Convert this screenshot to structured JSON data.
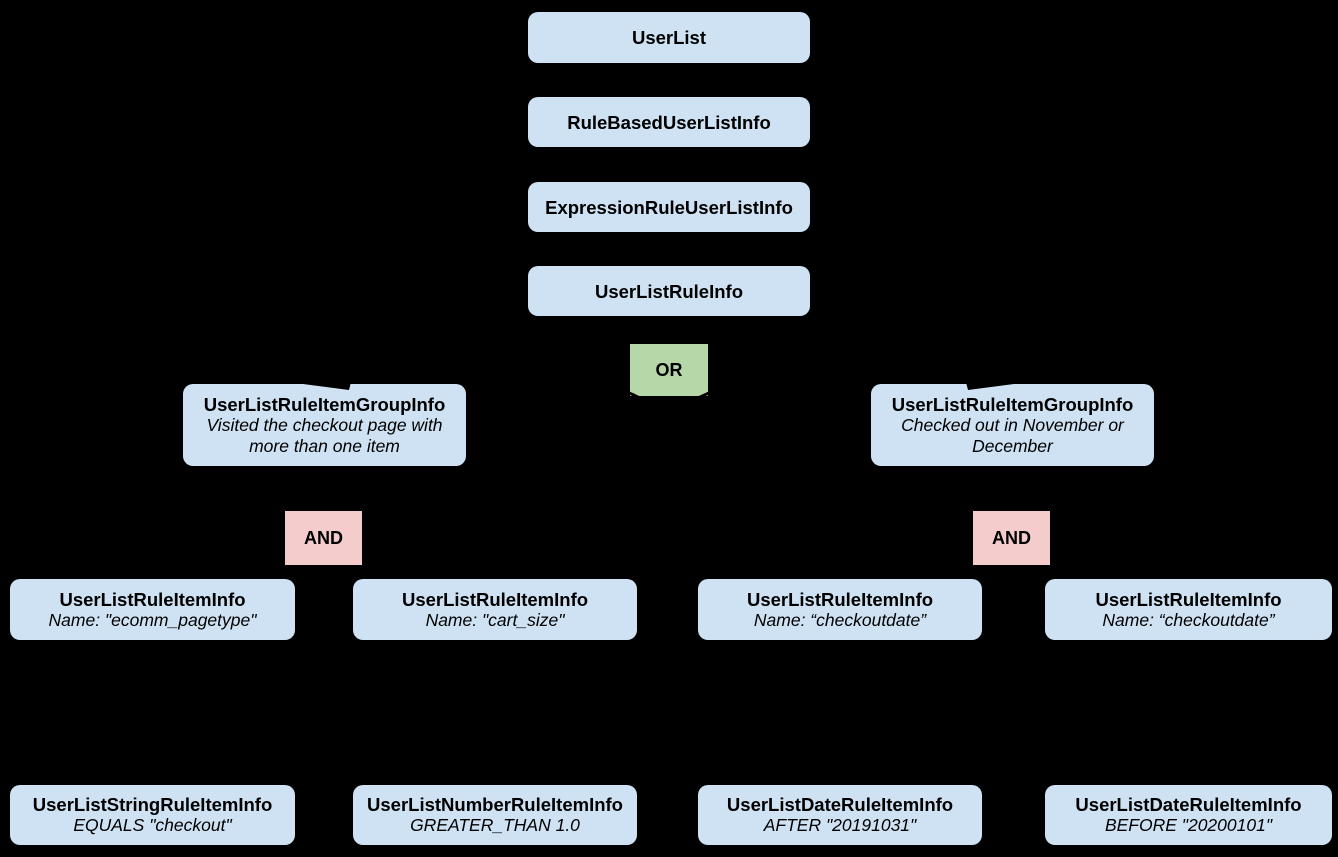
{
  "diagram": {
    "background": "#000000",
    "colors": {
      "node_fill": "#cfe2f3",
      "or_fill": "#b6d7a8",
      "and_fill": "#f4cccc",
      "text": "#000000",
      "connector": "#000000"
    },
    "chain": [
      {
        "label": "UserList"
      },
      {
        "label": "RuleBasedUserListInfo"
      },
      {
        "label": "ExpressionRuleUserListInfo"
      },
      {
        "label": "UserListRuleInfo"
      }
    ],
    "operators": {
      "or": "OR",
      "and": "AND"
    },
    "groups": [
      {
        "title": "UserListRuleItemGroupInfo",
        "description": "Visited the checkout page with more than one item"
      },
      {
        "title": "UserListRuleItemGroupInfo",
        "description": "Checked out in November or December"
      }
    ],
    "rule_items": [
      {
        "title": "UserListRuleItemInfo",
        "subtitle": "Name: \"ecomm_pagetype\""
      },
      {
        "title": "UserListRuleItemInfo",
        "subtitle": "Name: \"cart_size\""
      },
      {
        "title": "UserListRuleItemInfo",
        "subtitle": "Name: “checkoutdate”"
      },
      {
        "title": "UserListRuleItemInfo",
        "subtitle": "Name: “checkoutdate”"
      }
    ],
    "leaf_items": [
      {
        "title": "UserListStringRuleItemInfo",
        "subtitle": "EQUALS \"checkout\""
      },
      {
        "title": "UserListNumberRuleItemInfo",
        "subtitle": "GREATER_THAN 1.0"
      },
      {
        "title": "UserListDateRuleItemInfo",
        "subtitle": "AFTER \"20191031\""
      },
      {
        "title": "UserListDateRuleItemInfo",
        "subtitle": "BEFORE \"20200101\""
      }
    ]
  }
}
